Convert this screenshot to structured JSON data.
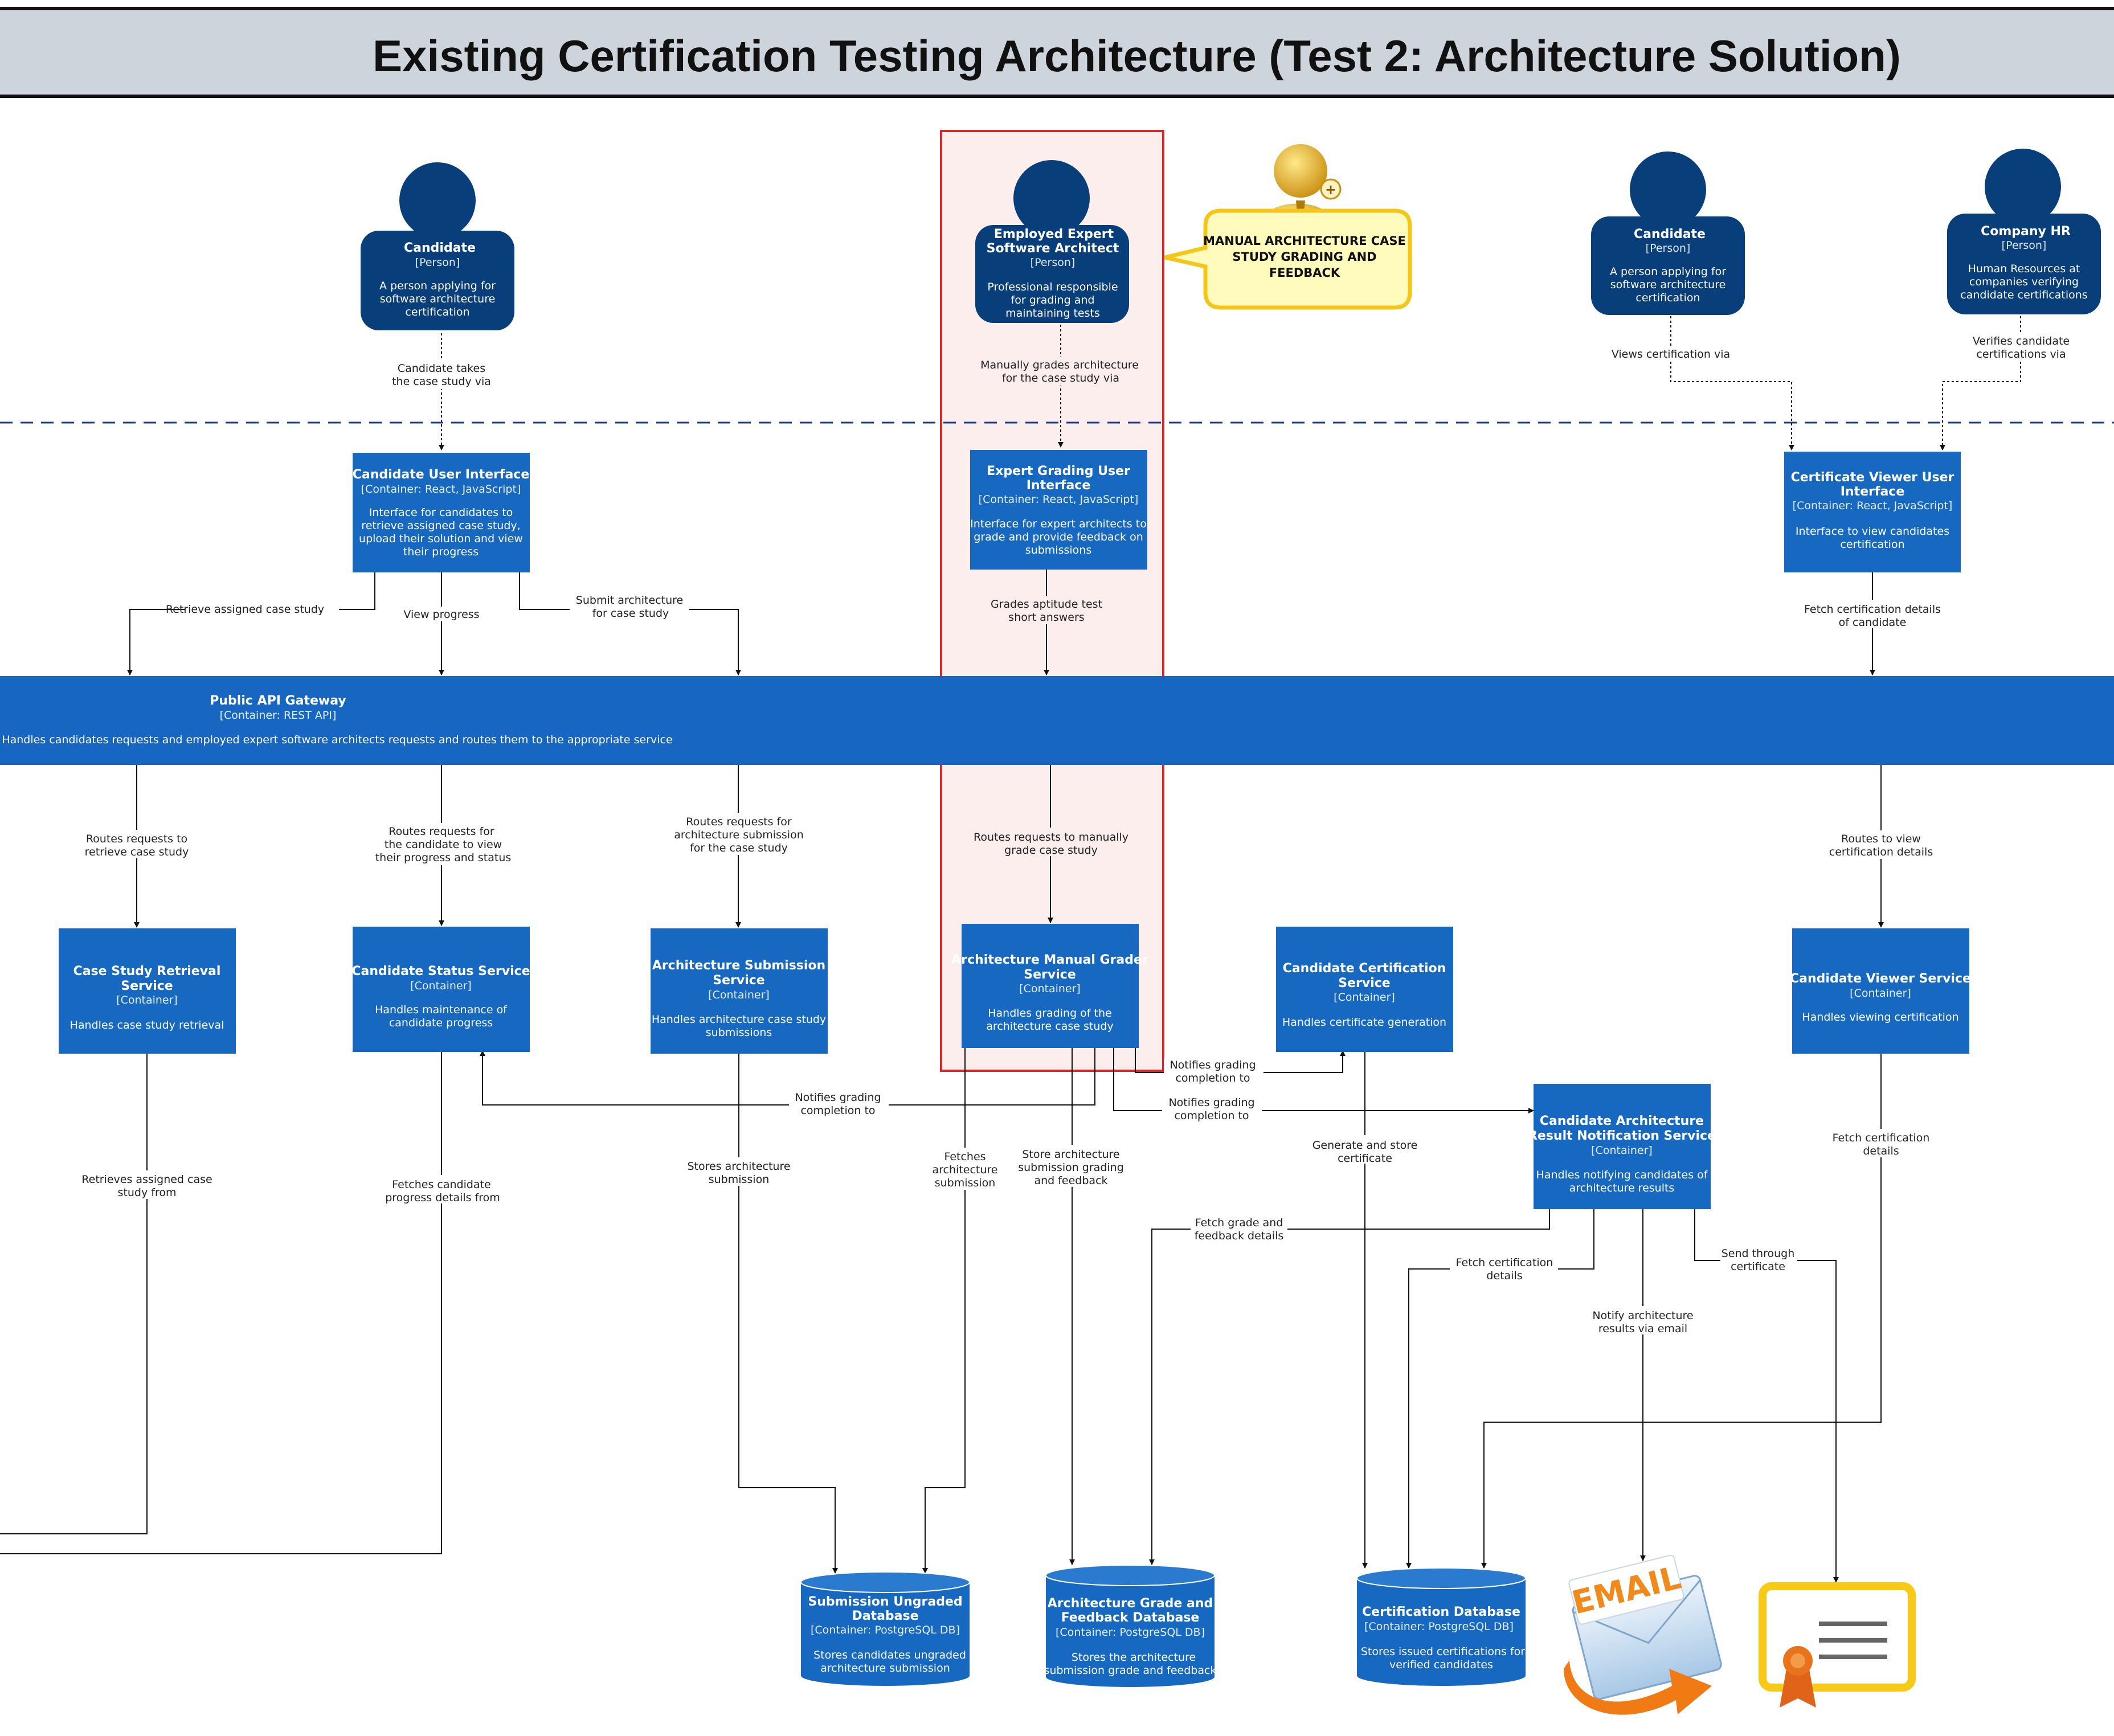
{
  "title": "Existing Certification Testing Architecture (Test 2: Architecture Solution)",
  "colors": {
    "person": "#083e7a",
    "container": "#1668c1",
    "gateway": "#1767c2",
    "highlight_border": "#d22b2b",
    "highlight_fill": "#fdeeee",
    "callout_fill": "#fffbbd",
    "callout_border": "#f5c518"
  },
  "persons": [
    {
      "name": "Candidate",
      "type": "[Person]",
      "desc": [
        "A person applying for",
        "software architecture",
        "certification"
      ]
    },
    {
      "name": "Employed Expert",
      "name2": "Software Architect",
      "type": "[Person]",
      "desc": [
        "Professional responsible",
        "for grading and",
        "maintaining tests"
      ]
    },
    {
      "name": "Candidate",
      "type": "[Person]",
      "desc": [
        "A person applying for",
        "software architecture",
        "certification"
      ]
    },
    {
      "name": "Company HR",
      "type": "[Person]",
      "desc": [
        "Human Resources at",
        "companies verifying",
        "candidate certifications"
      ]
    }
  ],
  "callout": [
    "MANUAL ARCHITECTURE CASE",
    "STUDY GRADING AND",
    "FEEDBACK"
  ],
  "ui_containers": [
    {
      "title": [
        "Candidate User Interface"
      ],
      "tech": "[Container: React, JavaScript]",
      "desc": [
        "Interface for candidates to",
        "retrieve assigned case study,",
        "upload their solution and view",
        "their progress"
      ]
    },
    {
      "title": [
        "Expert Grading User",
        "Interface"
      ],
      "tech": "[Container: React, JavaScript]",
      "desc": [
        "Interface for expert architects to",
        "grade and provide feedback on",
        "submissions"
      ]
    },
    {
      "title": [
        "Certificate Viewer User",
        "Interface"
      ],
      "tech": "[Container: React, JavaScript]",
      "desc": [
        "Interface to view candidates",
        "certification"
      ]
    }
  ],
  "gateway": {
    "title": "Public API Gateway",
    "tech": "[Container: REST API]",
    "desc": "Handles candidates requests and employed expert software architects requests and routes them to the appropriate service"
  },
  "services": [
    {
      "title": [
        "Case Study Retrieval",
        "Service"
      ],
      "tech": "[Container]",
      "desc": [
        "Handles case study retrieval"
      ]
    },
    {
      "title": [
        "Candidate Status Service"
      ],
      "tech": "[Container]",
      "desc": [
        "Handles maintenance of",
        "candidate progress"
      ]
    },
    {
      "title": [
        "Architecture Submission",
        "Service"
      ],
      "tech": "[Container]",
      "desc": [
        "Handles architecture case study",
        "submissions"
      ]
    },
    {
      "title": [
        "Architecture Manual Grader",
        "Service"
      ],
      "tech": "[Container]",
      "desc": [
        "Handles grading of the",
        "architecture case study"
      ]
    },
    {
      "title": [
        "Candidate  Certification",
        "Service"
      ],
      "tech": "[Container]",
      "desc": [
        "Handles certificate generation"
      ]
    },
    {
      "title": [
        "Candidate Viewer Service"
      ],
      "tech": "[Container]",
      "desc": [
        "Handles viewing certification"
      ]
    },
    {
      "title": [
        "Candidate Architecture",
        "Result Notification Service"
      ],
      "tech": "[Container]",
      "desc": [
        "Handles notifying candidates of",
        "architecture results"
      ]
    }
  ],
  "databases": [
    {
      "title": [
        "Submission Ungraded",
        "Database"
      ],
      "tech": "[Container: PostgreSQL DB]",
      "desc": [
        "Stores candidates ungraded",
        "architecture submission"
      ]
    },
    {
      "title": [
        "Architecture Grade and",
        "Feedback Database"
      ],
      "tech": "[Container: PostgreSQL DB]",
      "desc": [
        "Stores the architecture",
        "submission grade and feedback"
      ]
    },
    {
      "title": [
        "Certification Database"
      ],
      "tech": "[Container: PostgreSQL DB]",
      "desc": [
        "Stores issued certifications for",
        "verified candidates"
      ]
    }
  ],
  "email_text": "EMAIL",
  "edge_labels": {
    "takes_case_study": [
      "Candidate takes",
      "the case study via"
    ],
    "manually_grades": [
      "Manually grades architecture",
      "for the case study via"
    ],
    "views_cert": [
      "Views certification via"
    ],
    "verifies_cert": [
      "Verifies candidate",
      "certifications via"
    ],
    "retrieve_assigned": [
      "Retrieve assigned  case study"
    ],
    "view_progress": [
      "View progress"
    ],
    "submit_arch": [
      "Submit architecture",
      "for case study"
    ],
    "grades_aptitude": [
      "Grades aptitude test",
      "short answers"
    ],
    "fetch_cert_details_candidate": [
      "Fetch certification details",
      "of candidate"
    ],
    "routes_retrieve": [
      "Routes requests to",
      "retrieve case study"
    ],
    "routes_progress": [
      "Routes requests for",
      "the candidate to view",
      "their progress and status"
    ],
    "routes_submission": [
      "Routes requests for",
      "architecture submission",
      "for the case study"
    ],
    "routes_manual": [
      "Routes requests to manually",
      "grade case study"
    ],
    "routes_view_cert": [
      "Routes to view",
      "certification details"
    ],
    "notifies_cert": [
      "Notifies grading",
      "completion to"
    ],
    "notifies_status": [
      "Notifies grading",
      "completion to"
    ],
    "notifies_notif": [
      "Notifies grading",
      "completion to"
    ],
    "retrieves_assigned": [
      "Retrieves assigned case",
      "study from"
    ],
    "fetches_progress": [
      "Fetches candidate",
      "progress details from"
    ],
    "stores_submission": [
      "Stores architecture",
      "submission"
    ],
    "fetches_submission": [
      "Fetches",
      "architecture",
      "submission"
    ],
    "store_grading": [
      "Store architecture",
      "submission grading",
      "and feedback"
    ],
    "generate_store": [
      "Generate and store",
      "certificate"
    ],
    "fetch_grade_feedback": [
      "Fetch grade and",
      "feedback details"
    ],
    "fetch_cert_details": [
      "Fetch certification",
      "details"
    ],
    "notify_email": [
      "Notify architecture",
      "results via email"
    ],
    "send_cert": [
      "Send through",
      "certificate"
    ],
    "fetch_cert_viewer": [
      "Fetch certification",
      "details"
    ]
  }
}
